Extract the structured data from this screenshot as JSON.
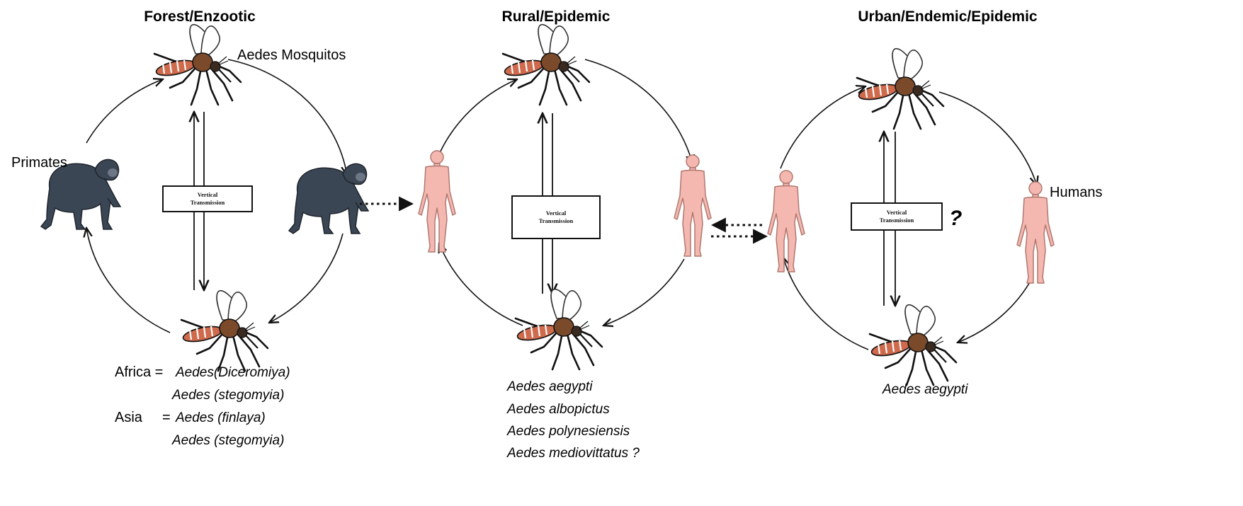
{
  "panels": [
    {
      "title": "Forest/Enzootic",
      "mosquito_label": "Aedes Mosquitos",
      "host_label": "Primates",
      "box_lines": [
        "Vertical",
        "Transmission"
      ],
      "vectors": [
        {
          "prefix": "Africa =",
          "species": "Aedes(Diceromiya)"
        },
        {
          "prefix": "",
          "species": "Aedes (stegomyia)"
        },
        {
          "prefix": "Asia",
          "eq": "=",
          "species": "Aedes (finlaya)"
        },
        {
          "prefix": "",
          "species": "Aedes (stegomyia)"
        }
      ]
    },
    {
      "title": "Rural/Epidemic",
      "box_lines": [
        "Vertical",
        "Transmission"
      ],
      "vectors": [
        "Aedes aegypti",
        "Aedes albopictus",
        "Aedes polynesiensis",
        "Aedes mediovittatus ?"
      ]
    },
    {
      "title": "Urban/Endemic/Epidemic",
      "host_label": "Humans",
      "box_lines": [
        "Vertical",
        "Transmission"
      ],
      "question_mark": "?",
      "vectors": [
        "Aedes aegypti"
      ]
    }
  ],
  "colors": {
    "stroke": "#111111",
    "mosquito_body": "#7a4a2a",
    "mosquito_stripes": "#d06a4c",
    "primate": "#3b4654",
    "human_skin": "#f4b8b0",
    "human_outline": "#b07870"
  }
}
